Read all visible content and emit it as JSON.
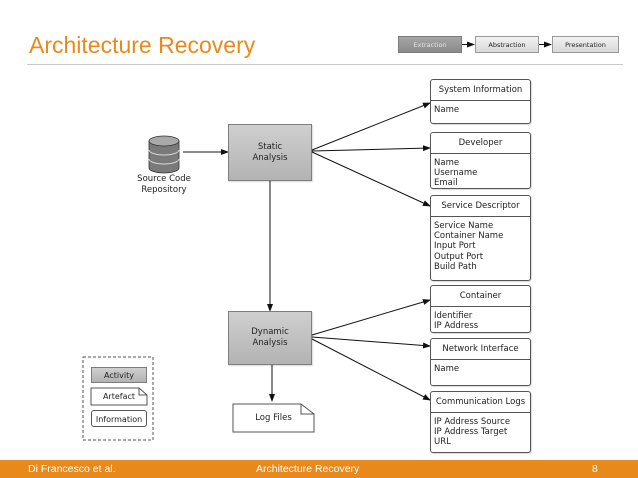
{
  "title": "Architecture Recovery",
  "pipeline": [
    {
      "label": "Extraction",
      "active": true
    },
    {
      "label": "Abstraction",
      "active": false
    },
    {
      "label": "Presentation",
      "active": false
    }
  ],
  "nodes": {
    "repository": "Source Code\nRepository",
    "static": "Static\nAnalysis",
    "dynamic": "Dynamic\nAnalysis",
    "logfiles": "Log Files"
  },
  "boxes": [
    {
      "title": "System Information",
      "fields": [
        "Name"
      ]
    },
    {
      "title": "Developer",
      "fields": [
        "Name",
        "Username",
        "Email"
      ]
    },
    {
      "title": "Service Descriptor",
      "fields": [
        "Service Name",
        "Container Name",
        "Input Port",
        "Output Port",
        "Build Path"
      ]
    },
    {
      "title": "Container",
      "fields": [
        "Identifier",
        "IP Address"
      ]
    },
    {
      "title": "Network Interface",
      "fields": [
        "Name"
      ]
    },
    {
      "title": "Communication Logs",
      "fields": [
        "IP Address Source",
        "IP Address Target",
        "URL"
      ]
    }
  ],
  "legend": {
    "activity": "Activity",
    "artefact": "Artefact",
    "information": "Information"
  },
  "footer": {
    "authors": "Di Francesco et al.",
    "topic": "Architecture Recovery",
    "page": "8"
  },
  "colors": {
    "accent": "#e8891c",
    "process": "#bdbdbd"
  }
}
